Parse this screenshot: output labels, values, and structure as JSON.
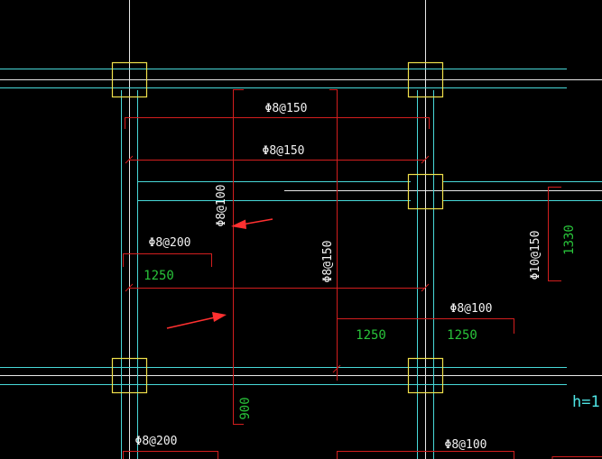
{
  "colors": {
    "background": "#000000",
    "grid": "#e8e8e8",
    "beam": "#48d9d9",
    "rebar": "#d21e1e",
    "column": "#f0e04a",
    "label_white": "#f2f2f2",
    "label_green": "#29c43a",
    "label_cyan": "#4ee4e4",
    "arrow": "#ff3030"
  },
  "rebar_labels": {
    "top_1": "Φ8@150",
    "top_2": "Φ8@150",
    "vertical_left": "Φ8@100",
    "vertical_center": "Φ8@150",
    "left_mid": "Φ8@200",
    "right_mid": "Φ8@100",
    "right_vertical": "Φ10@150",
    "bottom_left": "Φ8@200",
    "bottom_right": "Φ8@100"
  },
  "dimension_labels": {
    "left_1250": "1250",
    "mid_1250": "1250",
    "right_1250": "1250",
    "right_1330": "1330",
    "bottom_900": "900"
  },
  "annotations": {
    "slab_thickness": "h=1"
  }
}
